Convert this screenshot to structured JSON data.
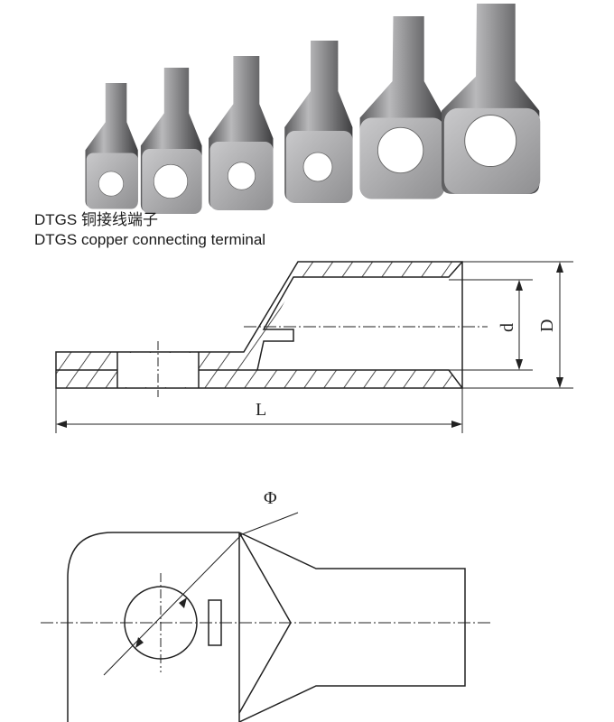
{
  "caption": {
    "chinese": "DTGS 铜接线端子",
    "english": "DTGS copper connecting terminal"
  },
  "dimension_labels": {
    "inner_diameter": "d",
    "outer_diameter": "D",
    "length": "L",
    "hole_diameter": "Φ"
  },
  "product_photo": {
    "lug_count": 6
  }
}
